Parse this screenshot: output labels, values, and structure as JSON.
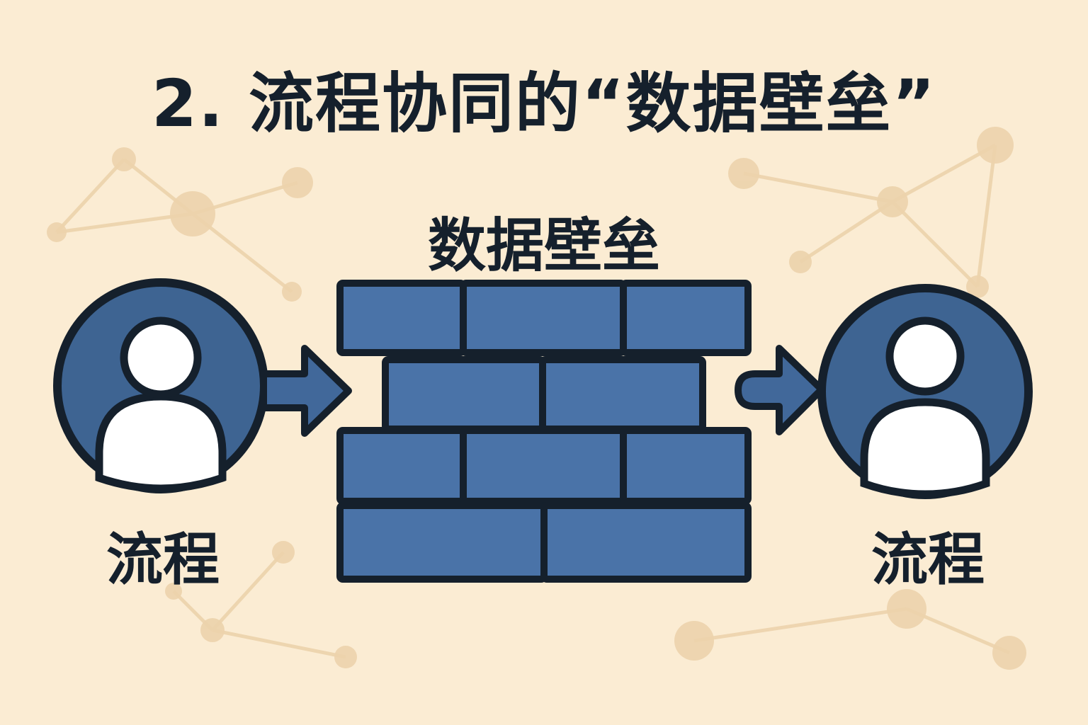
{
  "title": "2. 流程协同的“数据壁垒”",
  "wall": {
    "label": "数据壁垒"
  },
  "processes": [
    {
      "label": "流程",
      "icon": "person-icon"
    },
    {
      "label": "流程",
      "icon": "person-icon"
    }
  ],
  "colors": {
    "background": "#fbecd3",
    "brick": "#4a73a8",
    "outline": "#15202c",
    "person_circle": "#3e6492",
    "arrow": "#41689a",
    "network": "#ecd3ac"
  }
}
